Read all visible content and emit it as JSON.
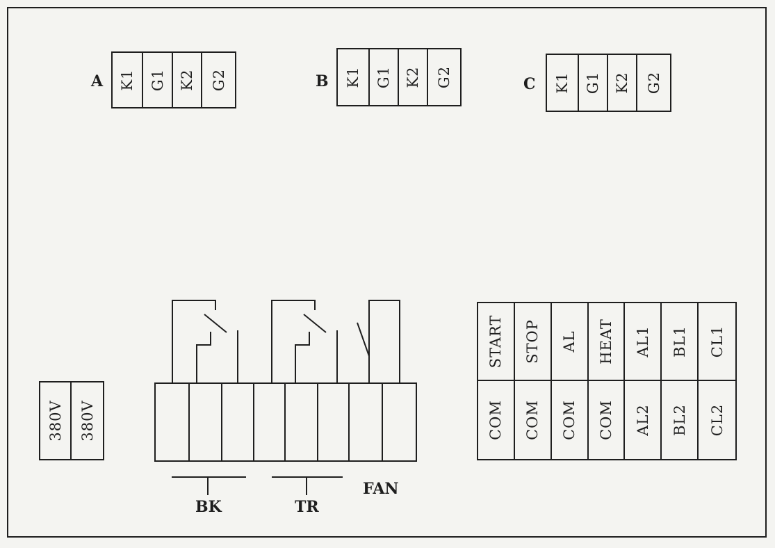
{
  "terminal_groups": [
    {
      "name": "A",
      "terminals": [
        "K1",
        "G1",
        "K2",
        "G2"
      ]
    },
    {
      "name": "B",
      "terminals": [
        "K1",
        "G1",
        "K2",
        "G2"
      ]
    },
    {
      "name": "C",
      "terminals": [
        "K1",
        "G1",
        "K2",
        "G2"
      ]
    }
  ],
  "power": {
    "terminals": [
      "380V",
      "380V"
    ]
  },
  "relays": {
    "BK": "BK",
    "TR": "TR",
    "FAN": "FAN"
  },
  "control": {
    "top_row": [
      "START",
      "STOP",
      "AL",
      "HEAT",
      "AL1",
      "BL1",
      "CL1"
    ],
    "bottom_row": [
      "COM",
      "COM",
      "COM",
      "COM",
      "AL2",
      "BL2",
      "CL2"
    ]
  }
}
